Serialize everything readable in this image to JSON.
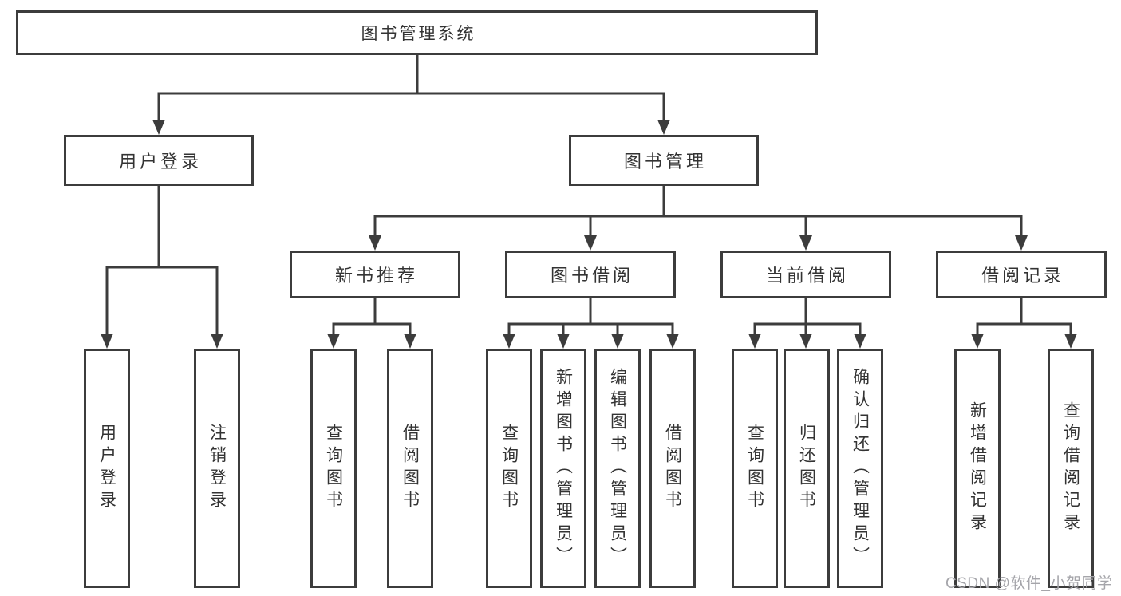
{
  "tree": {
    "root": {
      "label": "图书管理系统"
    },
    "user_login": {
      "label": "用户登录",
      "children": [
        "用户登录",
        "注销登录"
      ]
    },
    "book_mgmt": {
      "label": "图书管理",
      "groups": [
        {
          "label": "新书推荐",
          "children": [
            "查询图书",
            "借阅图书"
          ]
        },
        {
          "label": "图书借阅",
          "children": [
            "查询图书",
            "新增图书（管理员）",
            "编辑图书（管理员）",
            "借阅图书"
          ]
        },
        {
          "label": "当前借阅",
          "children": [
            "查询图书",
            "归还图书",
            "确认归还（管理员）"
          ]
        },
        {
          "label": "借阅记录",
          "children": [
            "新增借阅记录",
            "查询借阅记录"
          ]
        }
      ]
    }
  },
  "watermark": "CSDN @软件_小贺同学",
  "colors": {
    "line": "#3c3c3c",
    "box_border": "#3c3c3c",
    "text": "#333333",
    "watermark": "#a5a5aa",
    "background": "#ffffff"
  }
}
